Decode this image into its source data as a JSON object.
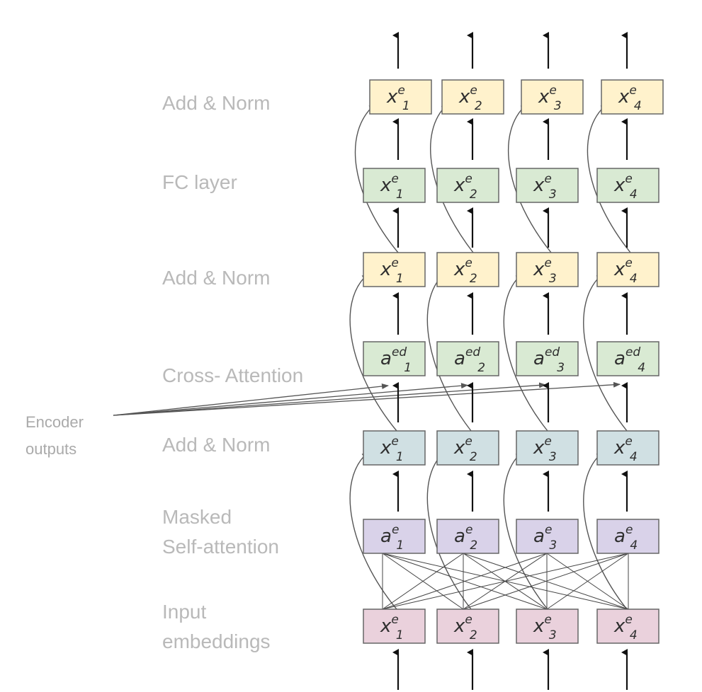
{
  "labels": {
    "add_norm_top": "Add & Norm",
    "fc_layer": "FC layer",
    "add_norm_mid": "Add & Norm",
    "cross_attention": "Cross- Attention",
    "add_norm_bottom": "Add & Norm",
    "masked_line1": "Masked",
    "masked_line2": "Self-attention",
    "input_line1": "Input",
    "input_line2": "embeddings",
    "encoder_line1": "Encoder",
    "encoder_line2": "outputs"
  },
  "rows": [
    {
      "id": "add-norm-top",
      "base": "x",
      "sup": "e",
      "subs": [
        "1",
        "2",
        "3",
        "4"
      ],
      "fill": "#fff2cc",
      "stroke": "#666666"
    },
    {
      "id": "fc-layer",
      "base": "x",
      "sup": "e",
      "subs": [
        "1",
        "2",
        "3",
        "4"
      ],
      "fill": "#d9ead3",
      "stroke": "#666666"
    },
    {
      "id": "add-norm-mid",
      "base": "x",
      "sup": "e",
      "subs": [
        "1",
        "2",
        "3",
        "4"
      ],
      "fill": "#fff2cc",
      "stroke": "#666666"
    },
    {
      "id": "cross-attention",
      "base": "a",
      "sup": "ed",
      "subs": [
        "1",
        "2",
        "3",
        "4"
      ],
      "fill": "#d9ead3",
      "stroke": "#666666"
    },
    {
      "id": "add-norm-bottom",
      "base": "x",
      "sup": "e",
      "subs": [
        "1",
        "2",
        "3",
        "4"
      ],
      "fill": "#d0e0e3",
      "stroke": "#666666"
    },
    {
      "id": "masked-self-attention",
      "base": "a",
      "sup": "e",
      "subs": [
        "1",
        "2",
        "3",
        "4"
      ],
      "fill": "#d9d2e9",
      "stroke": "#666666"
    },
    {
      "id": "input-embeddings",
      "base": "x",
      "sup": "e",
      "subs": [
        "1",
        "2",
        "3",
        "4"
      ],
      "fill": "#ead1dc",
      "stroke": "#666666"
    }
  ],
  "colors": {
    "label_gray": "#b9b9b9",
    "arrow": "#111111",
    "connector": "#555555"
  }
}
